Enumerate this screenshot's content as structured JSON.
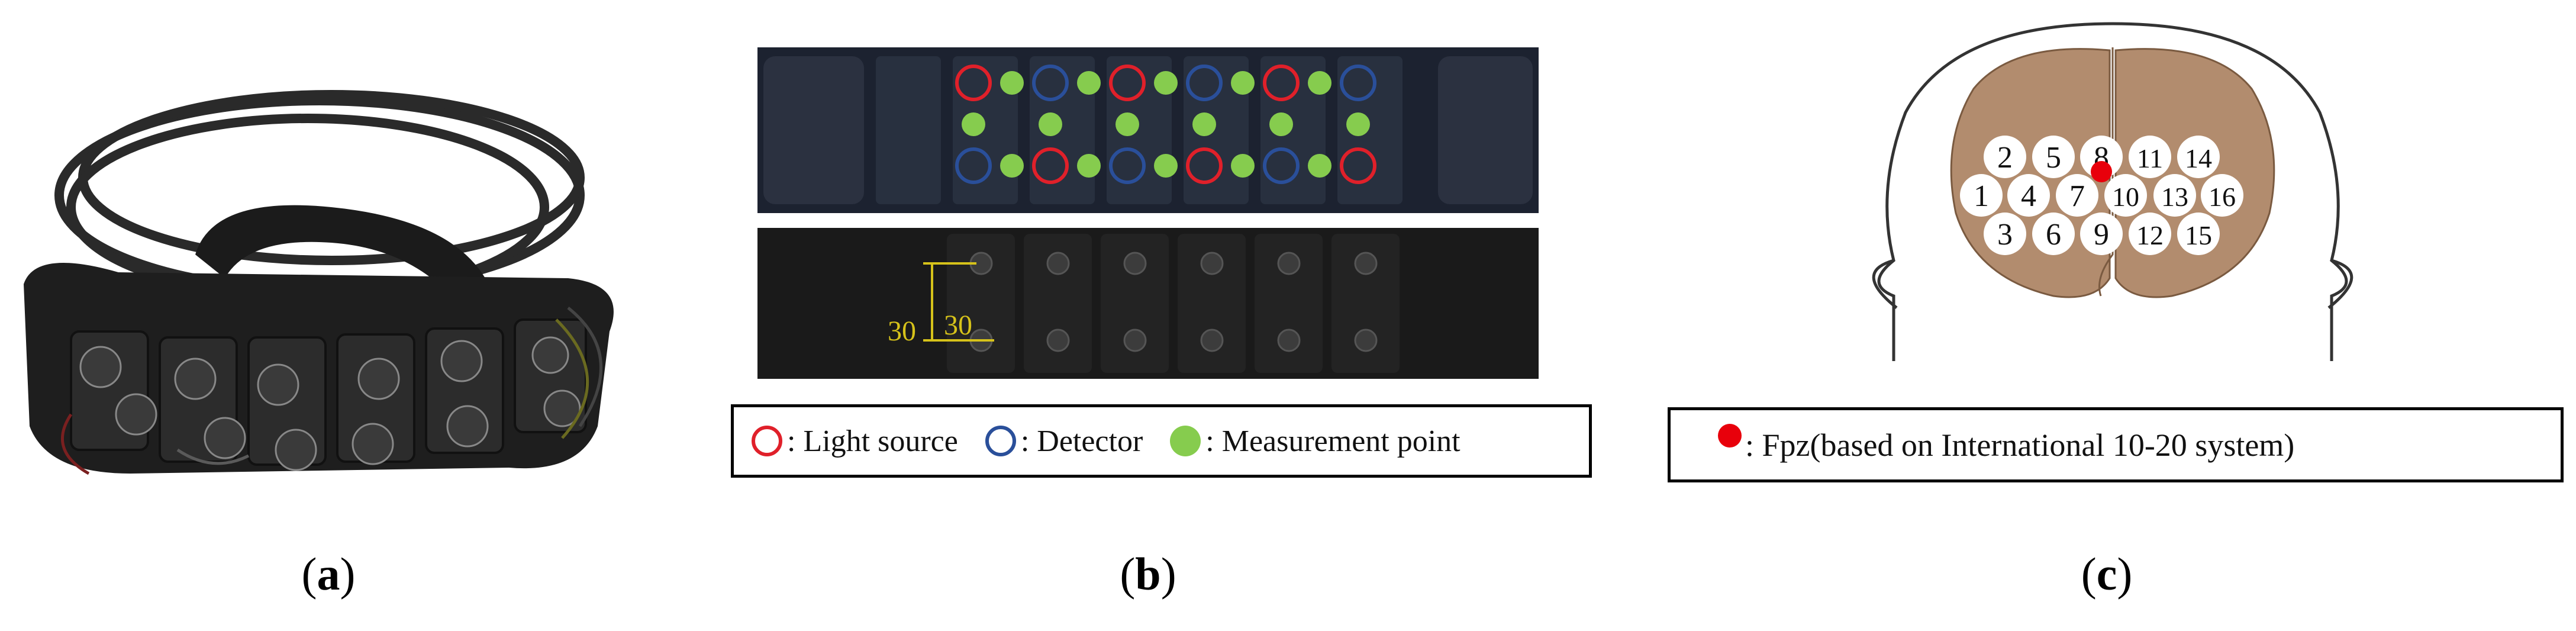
{
  "panels": {
    "a": {
      "caption_letter": "a"
    },
    "b": {
      "caption_letter": "b",
      "dimension_vertical": "30",
      "dimension_horizontal": "30",
      "legend": {
        "light_source": ": Light source",
        "detector": ": Detector",
        "measurement_point": ": Measurement point"
      },
      "colors": {
        "light_source": "#e0202a",
        "detector": "#2a4f9a",
        "measurement_point": "#86cc4e"
      }
    },
    "c": {
      "caption_letter": "c",
      "channels": [
        "1",
        "2",
        "3",
        "4",
        "5",
        "6",
        "7",
        "8",
        "9",
        "10",
        "11",
        "12",
        "13",
        "14",
        "15",
        "16"
      ],
      "legend_text": ": Fpz(based on International 10-20 system)",
      "colors": {
        "fpz": "#e8000b",
        "brain": "#b28c6e"
      }
    }
  }
}
